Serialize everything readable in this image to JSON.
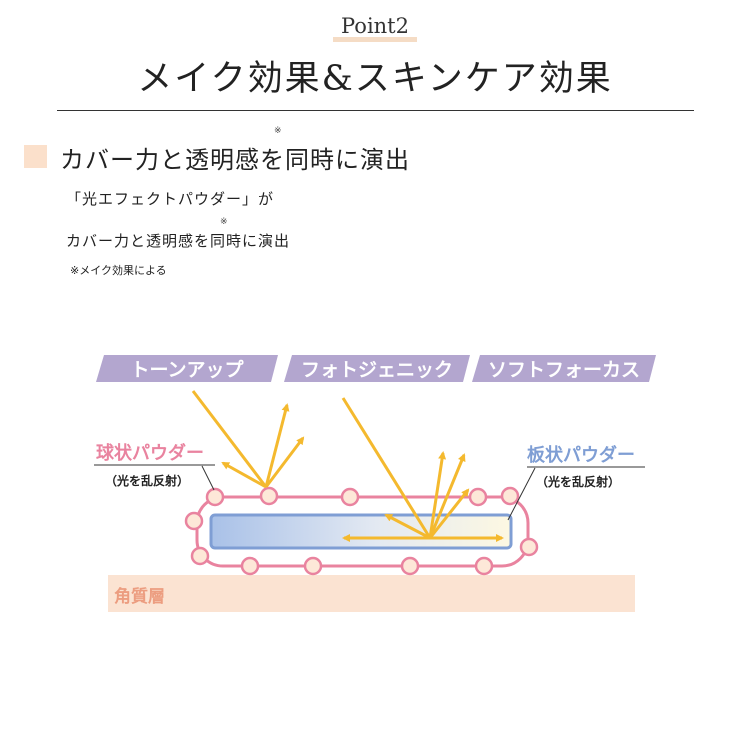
{
  "header": {
    "point_label": "Point2",
    "title": "メイク効果&スキンケア効果"
  },
  "feature": {
    "heading": "カバー力と透明感を同時に演出",
    "kome_mark": "※",
    "body_line1": "「光エフェクトパウダー」が",
    "body_line2": "カバー力と透明感を同時に演出",
    "note": "※メイク効果による"
  },
  "diagram": {
    "tags": [
      "トーンアップ",
      "フォトジェニック",
      "ソフトフォーカス"
    ],
    "spherical_powder_label": "球状パウダー",
    "spherical_powder_sub": "（光を乱反射）",
    "plate_powder_label": "板状パウダー",
    "plate_powder_sub": "（光を乱反射）",
    "stratum_corneum_label": "角質層",
    "colors": {
      "tag_fill": "#b3a6cf",
      "arrow": "#f4b92e",
      "pink": "#e9839f",
      "blue": "#7f9ed4",
      "skin": "#fbe3d2",
      "skin_text": "#ec9d80"
    }
  }
}
